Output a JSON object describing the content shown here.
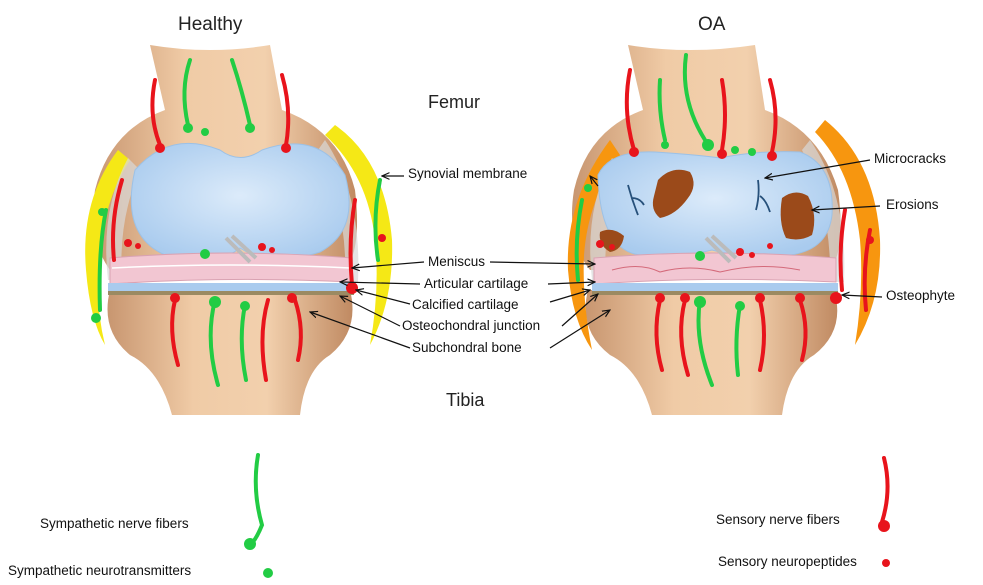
{
  "titles": {
    "healthy": "Healthy",
    "oa": "OA"
  },
  "bones": {
    "femur": "Femur",
    "tibia": "Tibia"
  },
  "labels": {
    "synovial_membrane": "Synovial membrane",
    "meniscus": "Meniscus",
    "articular_cartilage": "Articular cartilage",
    "calcified_cartilage": "Calcified cartilage",
    "osteochondral_junction": "Osteochondral junction",
    "subchondral_bone": "Subchondral bone",
    "microcracks": "Microcracks",
    "erosions": "Erosions",
    "osteophyte": "Osteophyte"
  },
  "legend": {
    "sympathetic_fibers": "Sympathetic nerve fibers",
    "sympathetic_transmitters": "Sympathetic neurotransmitters",
    "sensory_fibers": "Sensory nerve fibers",
    "sensory_neuropeptides": "Sensory neuropeptides"
  },
  "colors": {
    "sympathetic": "#22cc44",
    "sensory": "#e8141c",
    "cartilage": "#b8d7f2",
    "meniscus": "#f2c6d2",
    "bone": "#e6b991",
    "synovium_healthy": "#f5e816",
    "synovium_oa": "#f7960f",
    "erosion": "#9b4a1a"
  }
}
